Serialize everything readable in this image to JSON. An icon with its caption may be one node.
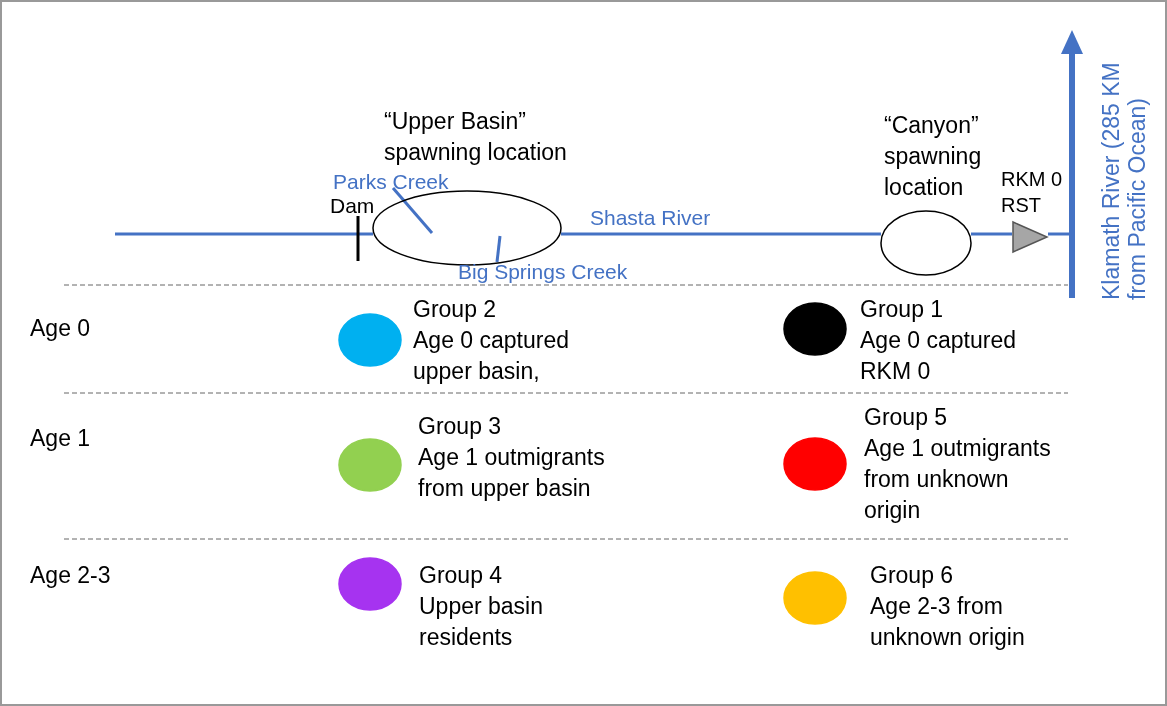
{
  "diagram": {
    "nodes": [
      {
        "text": [
          "“Upper Basin” spawning location"
        ]
      },
      {
        "text": [
          "“Canyon” spawning location"
        ]
      },
      {
        "text": [],
        "shape": "triangle",
        "beside": [
          "RKM 0 RST"
        ]
      },
      {
        "text": [],
        "shape": "circle",
        "beside": [
          "Group 2",
          "Age 0 captured upper basin,"
        ]
      },
      {
        "text": [],
        "shape": "circle",
        "beside": [
          "Group 1",
          "Age 0 captured RKM 0"
        ]
      },
      {
        "text": [],
        "shape": "circle",
        "beside": [
          "Group 3",
          "Age 1 outmigrants from upper basin"
        ]
      },
      {
        "text": [],
        "shape": "circle",
        "beside": [
          "Group 5",
          "Age 1 outmigrants from unknown origin"
        ]
      },
      {
        "text": [],
        "shape": "circle",
        "beside": [
          "Group 4",
          "Upper basin residents"
        ]
      },
      {
        "text": [],
        "shape": "circle",
        "beside": [
          "Group 6",
          "Age 2-3 from unknown origin"
        ]
      }
    ],
    "edges": [
      {
        "from": null,
        "to": 0,
        "arrow": "none"
      },
      {
        "from": 0,
        "to": 1,
        "arrow": "none"
      },
      {
        "from": 1,
        "to": 2,
        "arrow": "none"
      },
      {
        "from": 2,
        "to": null,
        "arrow": "none"
      }
    ],
    "labels": [
      "Dam",
      "Parks Creek",
      "Shasta River",
      "Big Springs Creek",
      "Klamath River (285 KM from Pacific Ocean)",
      "Age 0",
      "Age 1",
      "Age 2-3"
    ]
  }
}
